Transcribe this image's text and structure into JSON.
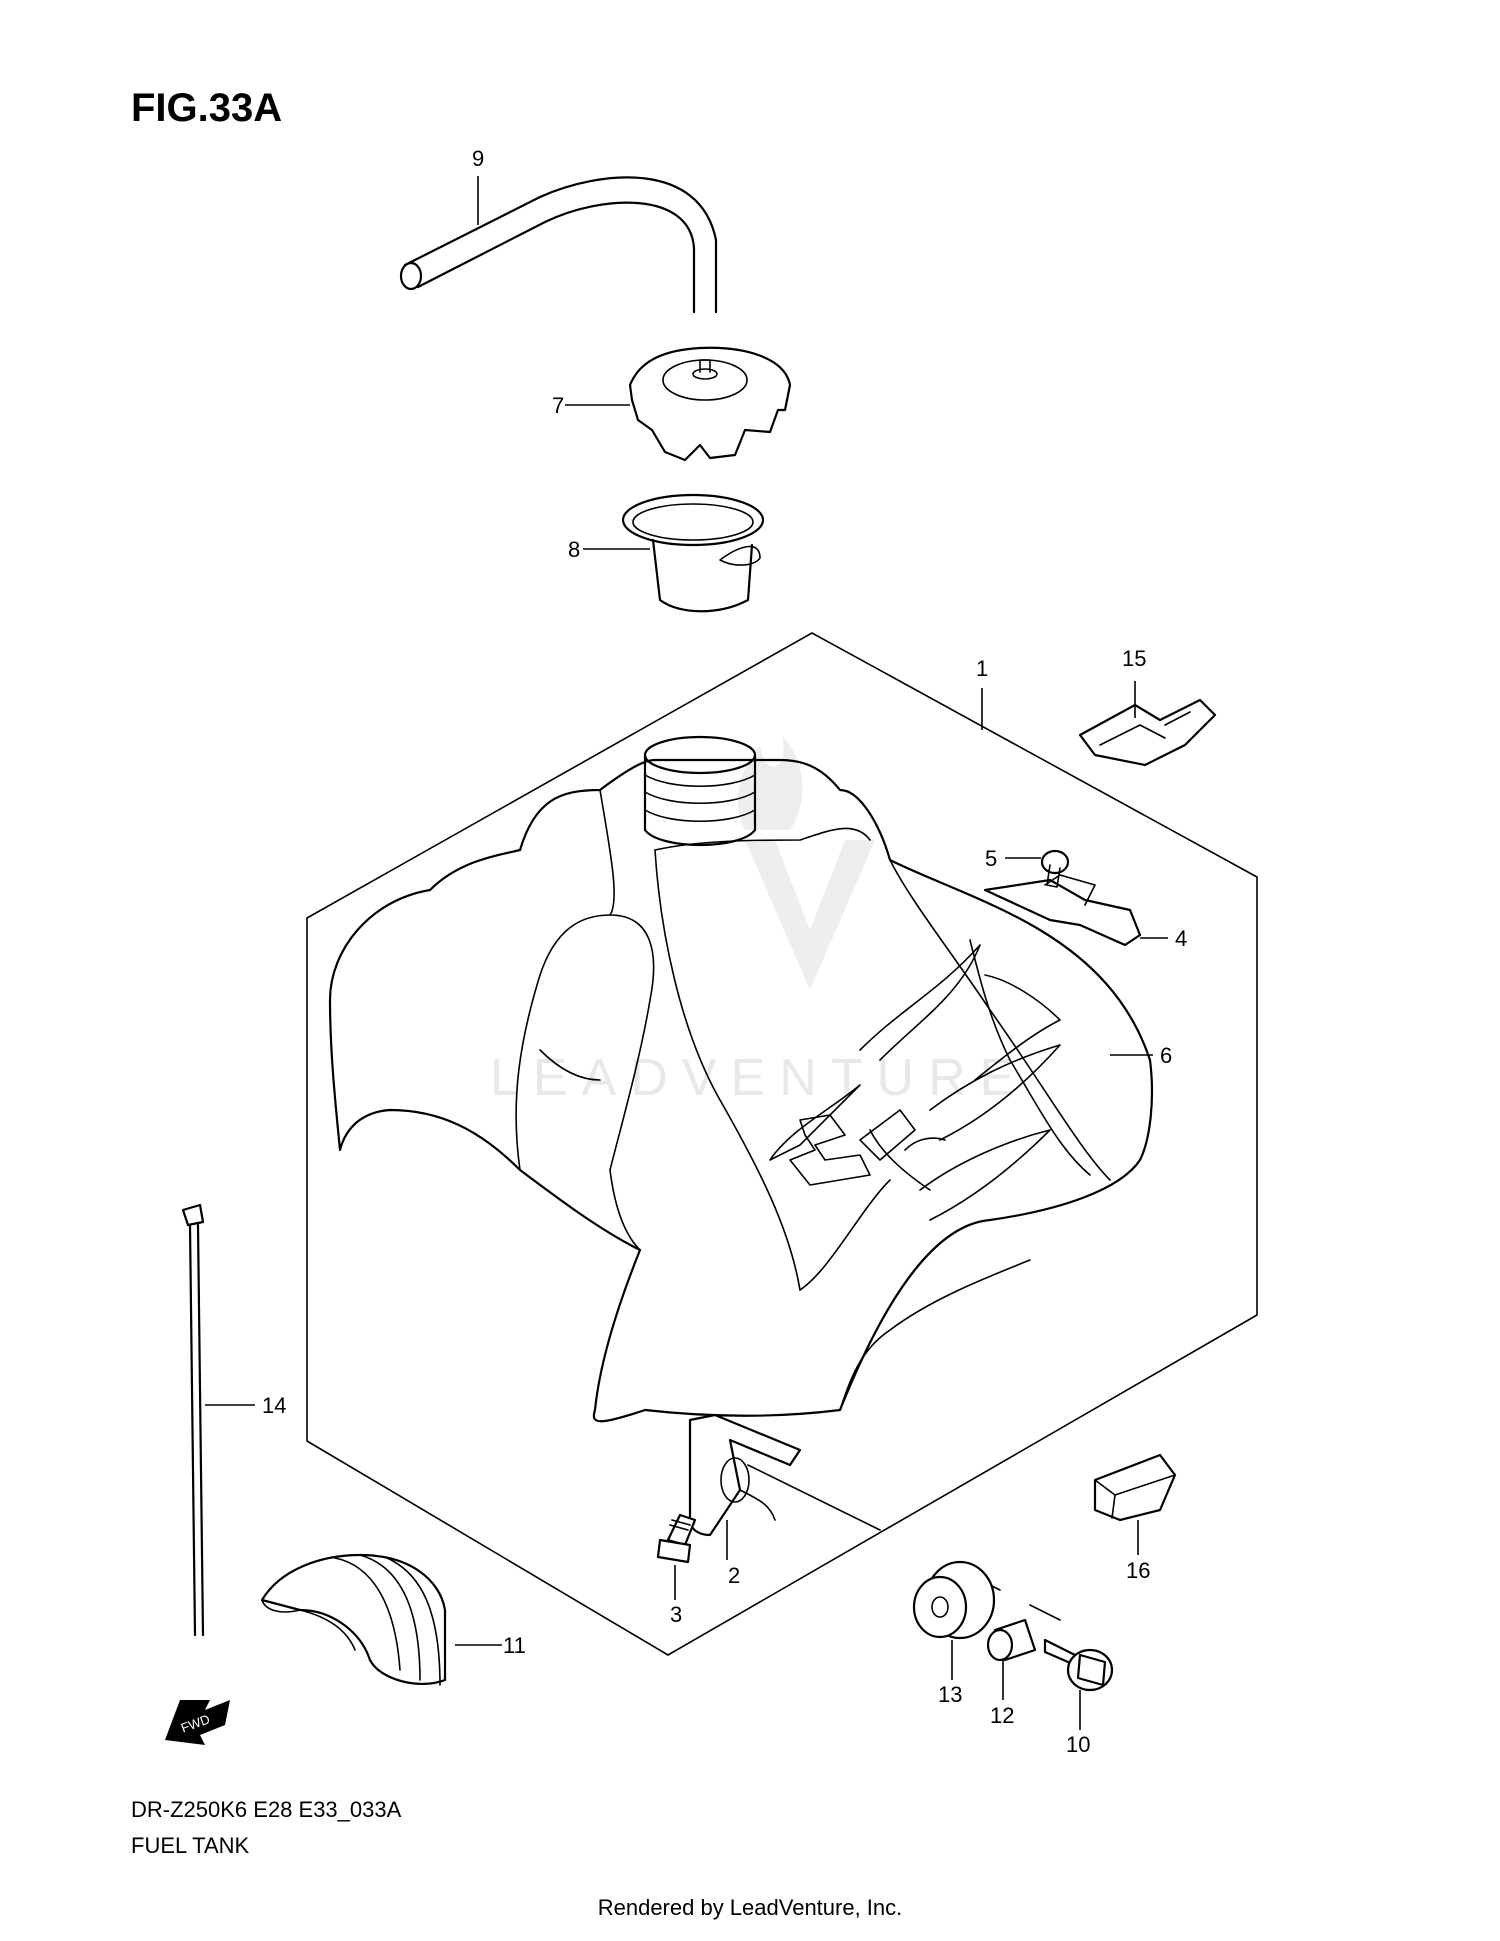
{
  "figure": {
    "title": "FIG.33A",
    "code": "DR-Z250K6 E28 E33_033A",
    "name": "FUEL TANK",
    "footer": "Rendered by LeadVenture, Inc."
  },
  "watermark": {
    "text": "LEADVENTURE"
  },
  "badge": {
    "text": "FWD"
  },
  "callouts": [
    "1",
    "2",
    "3",
    "4",
    "5",
    "6",
    "7",
    "8",
    "9",
    "10",
    "11",
    "12",
    "13",
    "14",
    "15",
    "16"
  ]
}
